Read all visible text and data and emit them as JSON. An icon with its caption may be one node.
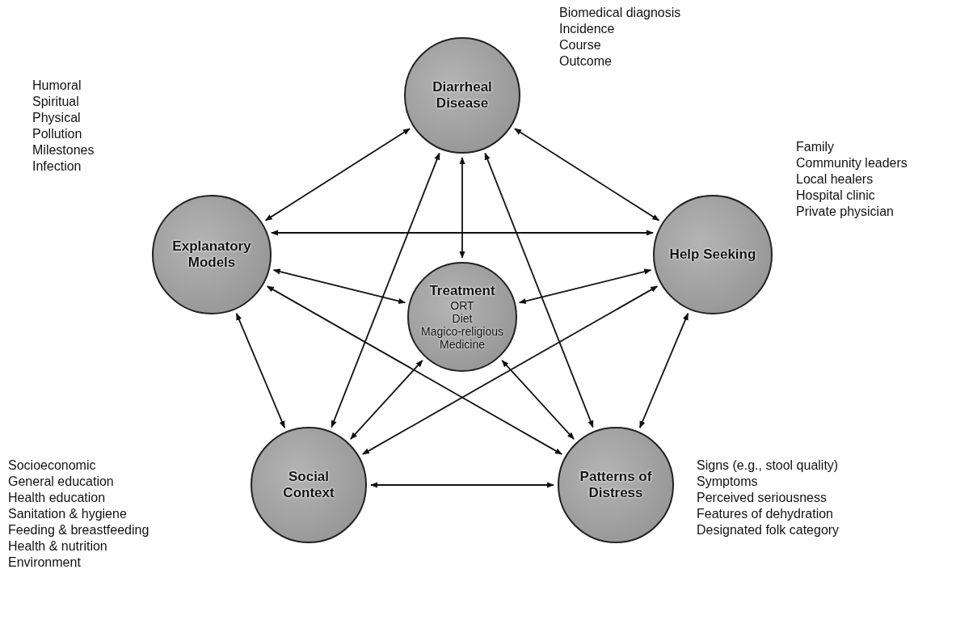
{
  "diagram": {
    "nodes": [
      {
        "text": [
          "Diarrheal Disease"
        ],
        "beside": [
          "Biomedical diagnosis",
          "Incidence",
          "Course",
          "Outcome"
        ]
      },
      {
        "text": [
          "Explanatory Models"
        ],
        "beside": [
          "Humoral",
          "Spiritual",
          "Physical",
          "Pollution",
          "Milestones",
          "Infection"
        ]
      },
      {
        "text": [
          "Treatment",
          "ORT",
          "Diet",
          "Magico-religious",
          "Medicine"
        ]
      },
      {
        "text": [
          "Help Seeking"
        ],
        "beside": [
          "Family",
          "Community leaders",
          "Local healers",
          "Hospital clinic",
          "Private physician"
        ]
      },
      {
        "text": [
          "Social Context"
        ],
        "beside": [
          "Socioeconomic",
          "General education",
          "Health education",
          "Sanitation & hygiene",
          "Feeding & breastfeeding",
          "Health & nutrition",
          "Environment"
        ]
      },
      {
        "text": [
          "Patterns of Distress"
        ],
        "beside": [
          "Signs (e.g., stool quality)",
          "Symptoms",
          "Perceived seriousness",
          "Features of dehydration",
          "Designated folk category"
        ]
      }
    ],
    "edges": [
      {
        "from": 0,
        "to": 1,
        "arrow": "both"
      },
      {
        "from": 0,
        "to": 3,
        "arrow": "both"
      },
      {
        "from": 0,
        "to": 2,
        "arrow": "both"
      },
      {
        "from": 0,
        "to": 4,
        "arrow": "both"
      },
      {
        "from": 0,
        "to": 5,
        "arrow": "both"
      },
      {
        "from": 1,
        "to": 3,
        "arrow": "both"
      },
      {
        "from": 1,
        "to": 2,
        "arrow": "both"
      },
      {
        "from": 1,
        "to": 4,
        "arrow": "both"
      },
      {
        "from": 1,
        "to": 5,
        "arrow": "both"
      },
      {
        "from": 3,
        "to": 2,
        "arrow": "both"
      },
      {
        "from": 3,
        "to": 4,
        "arrow": "both"
      },
      {
        "from": 3,
        "to": 5,
        "arrow": "both"
      },
      {
        "from": 2,
        "to": 4,
        "arrow": "both"
      },
      {
        "from": 2,
        "to": 5,
        "arrow": "both"
      },
      {
        "from": 4,
        "to": 5,
        "arrow": "both"
      }
    ]
  }
}
